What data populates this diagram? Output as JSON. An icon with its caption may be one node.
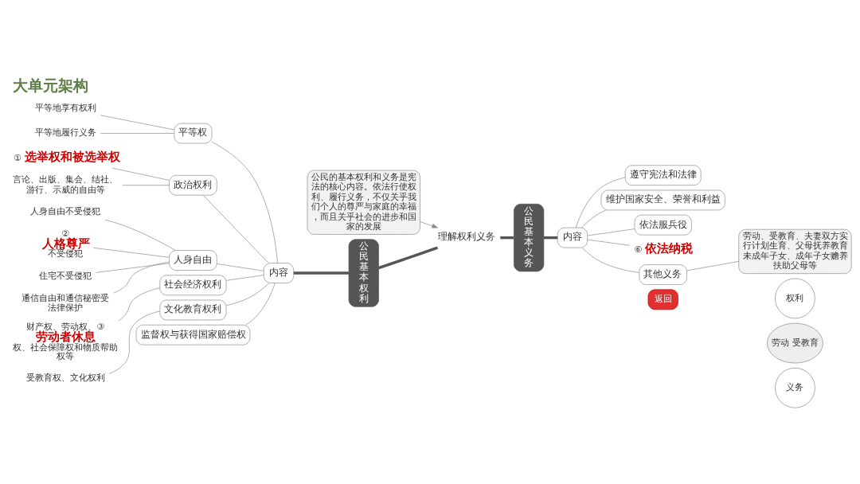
{
  "diagram": {
    "title": "大单元架构",
    "nodes": [
      {
        "text": [
          "公民基本权利"
        ]
      },
      {
        "text": [
          "内容"
        ]
      },
      {
        "text": [
          "平等权"
        ]
      },
      {
        "text": [
          "平等地享有权利"
        ]
      },
      {
        "text": [
          "平等地履行义务"
        ]
      },
      {
        "text": [
          "政治权利"
        ]
      },
      {
        "text": [
          "①",
          "选举权和被选举权"
        ]
      },
      {
        "text": [
          "言论、出版、集会、结社、游行、示威的自由等"
        ]
      },
      {
        "text": [
          "人身自由"
        ]
      },
      {
        "text": [
          "人身自由不受侵犯"
        ]
      },
      {
        "text": [
          "②",
          "人格尊严",
          "不受侵犯"
        ]
      },
      {
        "text": [
          "住宅不受侵犯"
        ]
      },
      {
        "text": [
          "通信自由和通信秘密受法律保护"
        ]
      },
      {
        "text": [
          "社会经济权利"
        ]
      },
      {
        "text": [
          "财产权、劳动权、③",
          "劳动者休息",
          "权、社会保障权和物质帮助权等"
        ]
      },
      {
        "text": [
          "文化教育权利"
        ]
      },
      {
        "text": [
          "受教育权、文化权利"
        ]
      },
      {
        "text": [
          "监督权与获得国家赔偿权"
        ]
      },
      {
        "text": [
          "公民的基本权利和义务是宪法的核心内容。依法行使权利、履行义务，不仅关乎我们个人的尊严与家庭的幸福，而且关乎社会的进步和国家的发展"
        ]
      },
      {
        "text": [
          "理解权利义务"
        ]
      },
      {
        "text": [
          "公民基本义务"
        ]
      },
      {
        "text": [
          "内容"
        ]
      },
      {
        "text": [
          "遵守宪法和法律"
        ]
      },
      {
        "text": [
          "维护国家安全、荣誉和利益"
        ]
      },
      {
        "text": [
          "依法服兵役"
        ]
      },
      {
        "text": [
          "⑥",
          "依法纳税"
        ]
      },
      {
        "text": [
          "其他义务"
        ]
      },
      {
        "text": [
          "劳动、受教育、夫妻双方实行计划生育、父母抚养教育未成年子女、成年子女赡养扶助父母等"
        ]
      },
      {
        "text": [
          "权利"
        ]
      },
      {
        "text": [
          "劳动 受教育"
        ]
      },
      {
        "text": [
          "义务"
        ]
      }
    ],
    "edges": [
      {
        "from": 0,
        "to": 1,
        "arrow": "none",
        "style": "thick",
        "color": "#555555"
      },
      {
        "from": 1,
        "to": 2,
        "arrow": "none"
      },
      {
        "from": 1,
        "to": 5,
        "arrow": "none"
      },
      {
        "from": 1,
        "to": 8,
        "arrow": "none"
      },
      {
        "from": 1,
        "to": 13,
        "arrow": "none"
      },
      {
        "from": 1,
        "to": 15,
        "arrow": "none"
      },
      {
        "from": 1,
        "to": 17,
        "arrow": "none"
      },
      {
        "from": 2,
        "to": 3,
        "arrow": "none"
      },
      {
        "from": 2,
        "to": 4,
        "arrow": "none"
      },
      {
        "from": 5,
        "to": 6,
        "arrow": "none"
      },
      {
        "from": 5,
        "to": 7,
        "arrow": "none"
      },
      {
        "from": 8,
        "to": 9,
        "arrow": "none"
      },
      {
        "from": 8,
        "to": 10,
        "arrow": "none"
      },
      {
        "from": 8,
        "to": 11,
        "arrow": "none"
      },
      {
        "from": 8,
        "to": 12,
        "arrow": "none"
      },
      {
        "from": 13,
        "to": 14,
        "arrow": "none"
      },
      {
        "from": 15,
        "to": 16,
        "arrow": "none"
      },
      {
        "from": 0,
        "to": 19,
        "arrow": "none",
        "style": "thick",
        "color": "#555555"
      },
      {
        "from": 20,
        "to": 19,
        "arrow": "none",
        "style": "thick",
        "color": "#555555"
      },
      {
        "from": 18,
        "to": 19,
        "arrow": "to"
      },
      {
        "from": 20,
        "to": 21,
        "arrow": "none",
        "style": "thick",
        "color": "#555555"
      },
      {
        "from": 21,
        "to": 22,
        "arrow": "none"
      },
      {
        "from": 21,
        "to": 23,
        "arrow": "none"
      },
      {
        "from": 21,
        "to": 24,
        "arrow": "none"
      },
      {
        "from": 21,
        "to": 25,
        "arrow": "none"
      },
      {
        "from": 21,
        "to": 26,
        "arrow": "none"
      },
      {
        "from": 26,
        "to": 27,
        "arrow": "none"
      }
    ],
    "labels": [
      "返回"
    ]
  }
}
